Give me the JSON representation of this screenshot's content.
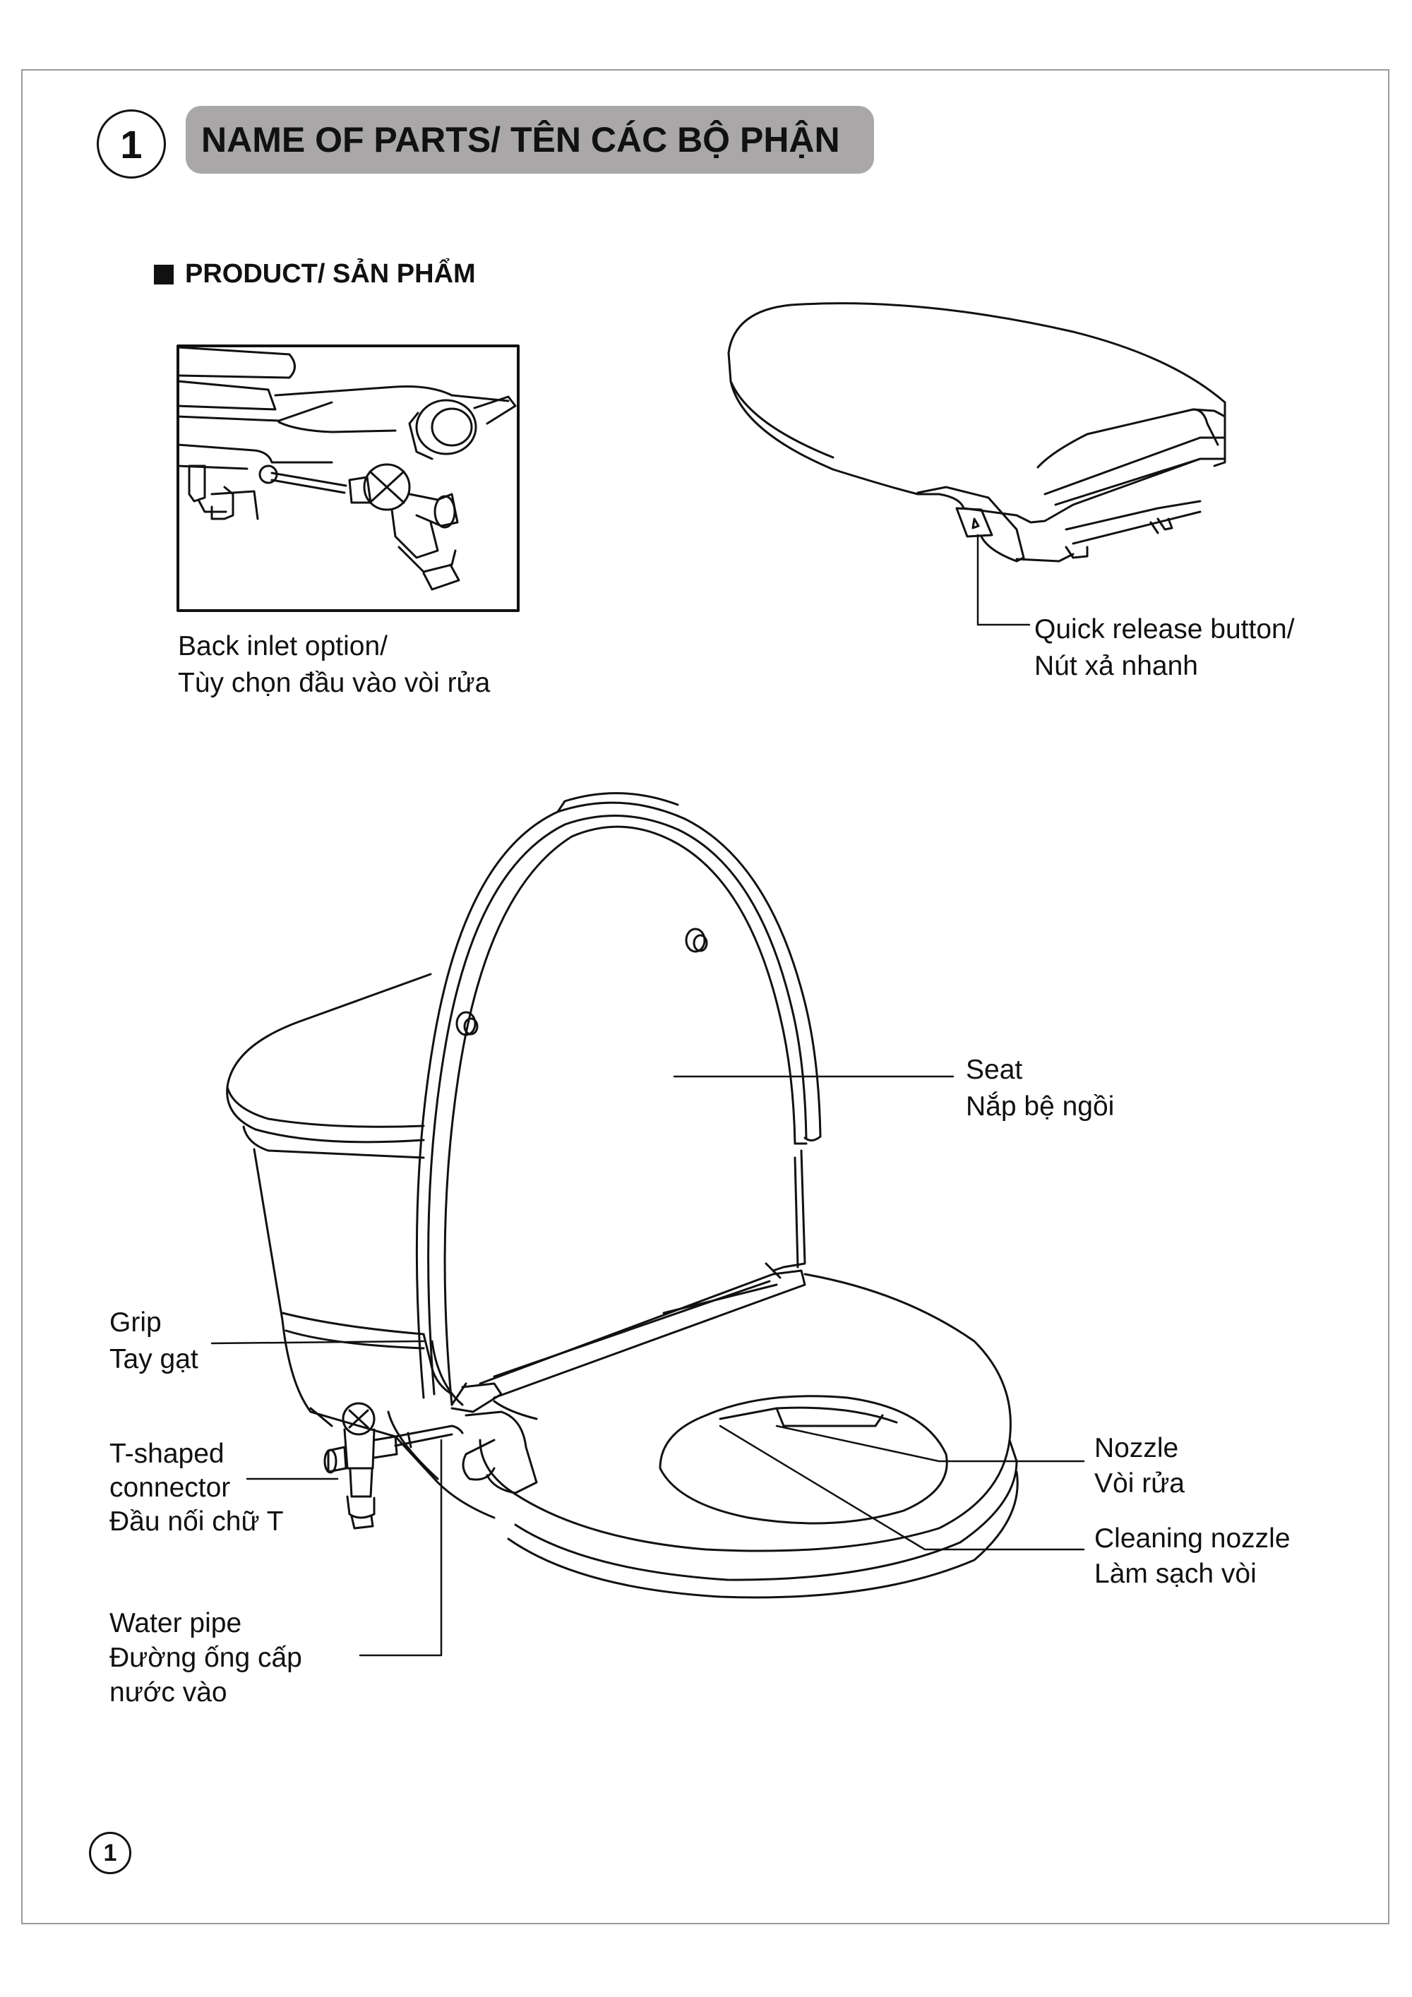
{
  "section": {
    "number": "1",
    "title": "NAME OF PARTS/ TÊN CÁC BỘ PHẬN"
  },
  "subsection": {
    "title": "PRODUCT/ SẢN PHẨM"
  },
  "callouts": {
    "back_inlet": [
      "Back inlet option/",
      "Tùy chọn đầu vào vòi rửa"
    ],
    "quick_release": [
      "Quick release button/",
      "Nút xả nhanh"
    ],
    "seat": [
      "Seat",
      "Nắp bệ ngồi"
    ],
    "grip": [
      "Grip",
      "Tay gạt"
    ],
    "t_connector": [
      "T-shaped",
      "connector",
      "Đầu nối chữ T"
    ],
    "nozzle": [
      "Nozzle",
      "Vòi rửa"
    ],
    "cleaning_nozzle": [
      "Cleaning nozzle",
      "Làm sạch vòi"
    ],
    "water_pipe": [
      "Water pipe",
      "Đường ống cấp",
      "nước vào"
    ]
  },
  "page_number": "1"
}
